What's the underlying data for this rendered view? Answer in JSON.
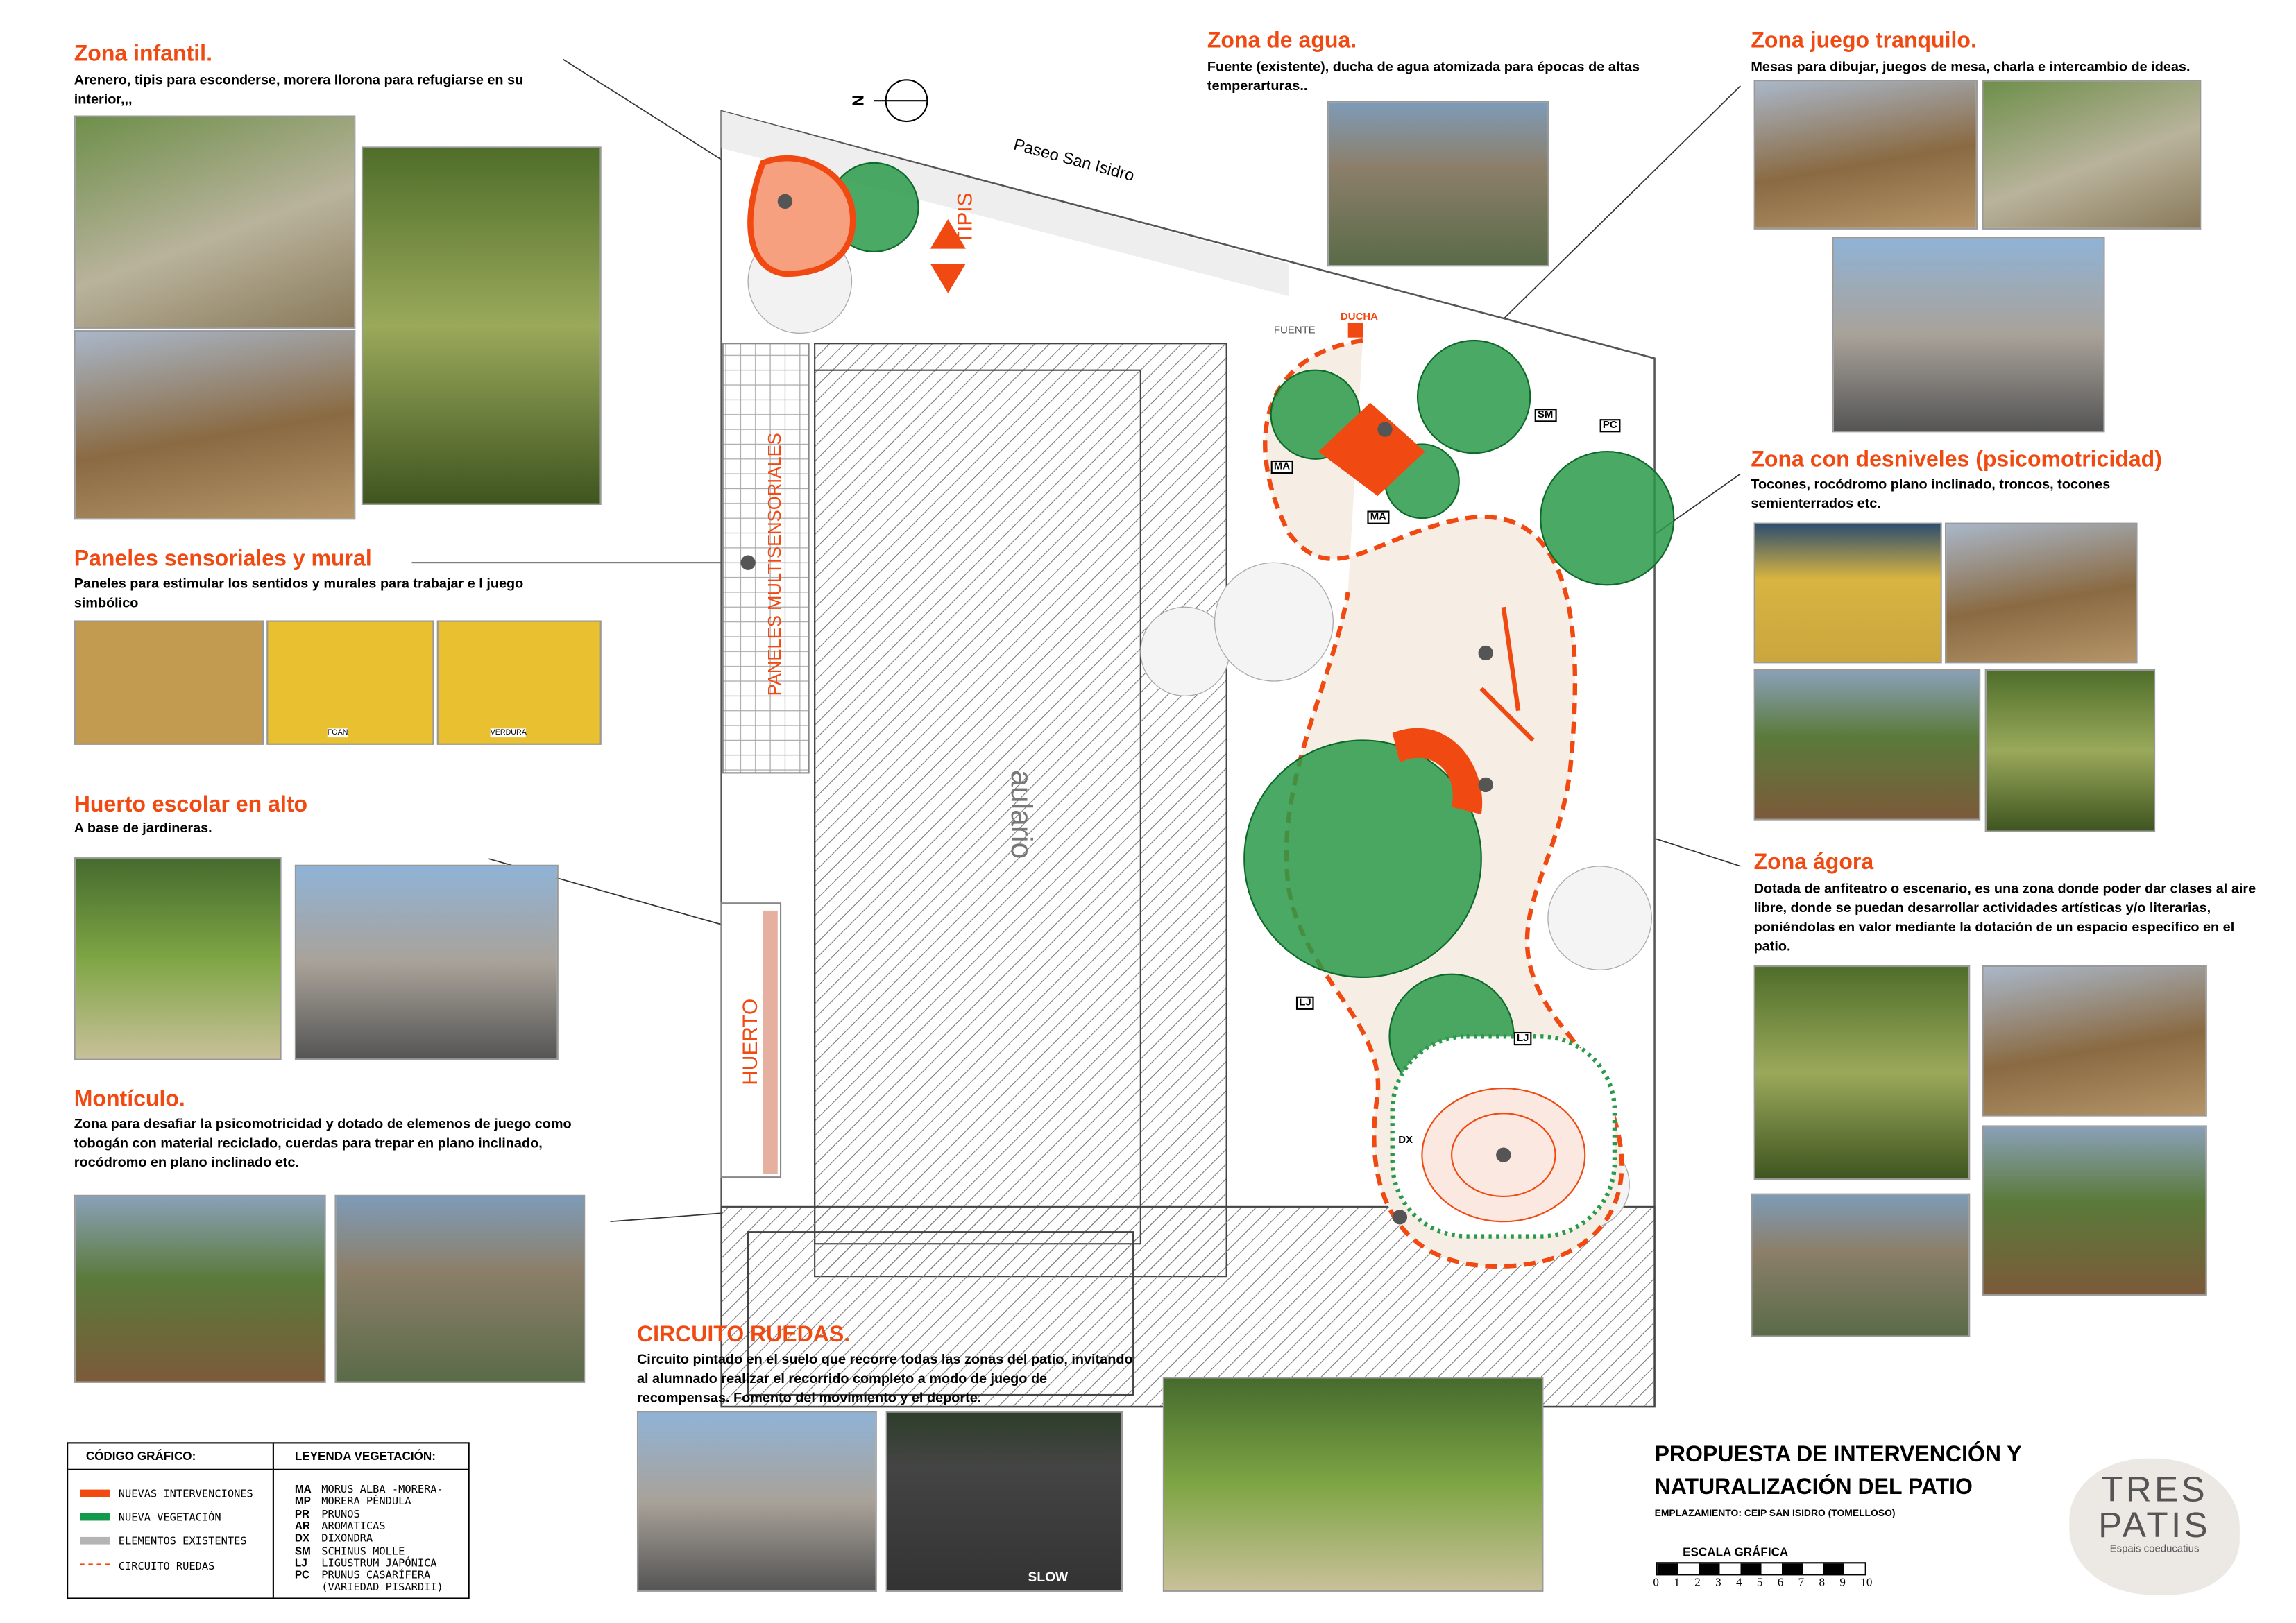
{
  "title": {
    "line1": "PROPUESTA DE INTERVENCIÓN Y",
    "line2": "NATURALIZACIÓN DEL PATIO",
    "location": "EMPLAZAMIENTO: CEIP SAN ISIDRO (TOMELLOSO)",
    "scale_label": "ESCALA GRÁFICA",
    "scale_ticks": [
      "0",
      "1",
      "2",
      "3",
      "4",
      "5",
      "6",
      "7",
      "8",
      "9",
      "10"
    ]
  },
  "logo": {
    "line1": "TRES",
    "line2": "PATIS",
    "tagline": "Espais coeducatius"
  },
  "zones": {
    "infantil": {
      "title": "Zona infantil.",
      "desc": "Arenero, tipis para esconderse, morera llorona para refugiarse en su interior,,,"
    },
    "paneles": {
      "title": "Paneles sensoriales y mural",
      "desc": "Paneles para estimular los sentidos y murales para trabajar e l juego simbólico"
    },
    "huerto": {
      "title": "Huerto escolar en alto",
      "desc": "A base de jardineras."
    },
    "monticulo": {
      "title": "Montículo.",
      "desc": "Zona para desafiar la psicomotricidad y dotado de elemenos de juego como tobogán con material reciclado, cuerdas para trepar en plano inclinado, rocódromo en plano inclinado etc."
    },
    "circuito": {
      "title": "CIRCUITO RUEDAS.",
      "desc": "Circuito pintado en el suelo que recorre todas las zonas del patio, invitando al alumnado realizar el recorrido completo a modo de juego de recompensas. Fomento del movimiento y el deporte."
    },
    "agua": {
      "title": "Zona de agua.",
      "desc": "Fuente (existente), ducha de agua atomizada para épocas de altas temperarturas.."
    },
    "tranquilo": {
      "title": "Zona juego tranquilo.",
      "desc": "Mesas para dibujar, juegos de mesa, charla e intercambio de ideas."
    },
    "desniveles": {
      "title": "Zona con desniveles (psicomotricidad)",
      "desc": "Tocones, rocódromo plano inclinado, troncos, tocones semienterrados etc."
    },
    "agora": {
      "title": "Zona ágora",
      "desc": "Dotada de anfiteatro o escenario, es una zona donde poder dar clases al aire libre, donde se puedan desarrollar actividades artísticas y/o literarias, poniéndolas en valor mediante la dotación de un espacio específico en el patio."
    }
  },
  "photo_labels": {
    "foan": "FOAN",
    "verdura": "VERDURA",
    "slow": "SLOW"
  },
  "plan": {
    "street": "Paseo San Isidro",
    "north": "N",
    "tipis": "TIPIS",
    "paneles": "PANELES MULTISENSORIALES",
    "huerto": "HUERTO",
    "aulario": "aulario",
    "fuente": "FUENTE",
    "ducha": "DUCHA",
    "tags": [
      "MA",
      "SM",
      "PC",
      "MA",
      "LJ",
      "LJ",
      "DX"
    ]
  },
  "legend": {
    "codigo_title": "CÓDIGO GRÁFICO:",
    "codigo": [
      {
        "label": "NUEVAS INTERVENCIONES",
        "color": "#f04a12"
      },
      {
        "label": "NUEVA VEGETACIÓN",
        "color": "#129a4a"
      },
      {
        "label": "ELEMENTOS EXISTENTES",
        "color": "#b4b4b4"
      },
      {
        "label": "CIRCUITO RUEDAS",
        "color": "#f04a12"
      }
    ],
    "veg_title": "LEYENDA VEGETACIÓN:",
    "veg": [
      {
        "code": "MA",
        "name": "MORUS ALBA -MORERA-"
      },
      {
        "code": "MP",
        "name": "MORERA PÉNDULA"
      },
      {
        "code": "PR",
        "name": "PRUNOS"
      },
      {
        "code": "AR",
        "name": "AROMATICAS"
      },
      {
        "code": "DX",
        "name": "DIXONDRA"
      },
      {
        "code": "SM",
        "name": "SCHINUS MOLLE"
      },
      {
        "code": "LJ",
        "name": "LIGUSTRUM JAPÓNICA"
      },
      {
        "code": "PC",
        "name": "PRUNUS CASARÍFERA"
      },
      {
        "code": "",
        "name": "(VARIEDAD PISARDII)"
      }
    ]
  }
}
